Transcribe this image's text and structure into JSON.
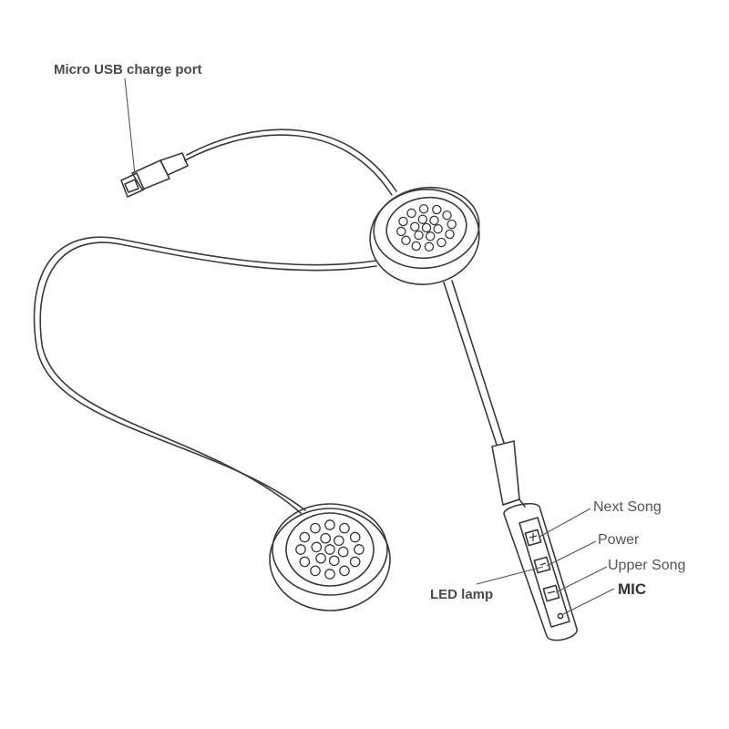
{
  "labels": {
    "usb_port": "Micro USB charge port",
    "next_song": "Next Song",
    "power": "Power",
    "upper_song": "Upper Song",
    "mic": "MIC",
    "led_lamp": "LED lamp"
  },
  "colors": {
    "stroke": "#3a3a3a",
    "leader": "#555555",
    "background": "#ffffff"
  }
}
